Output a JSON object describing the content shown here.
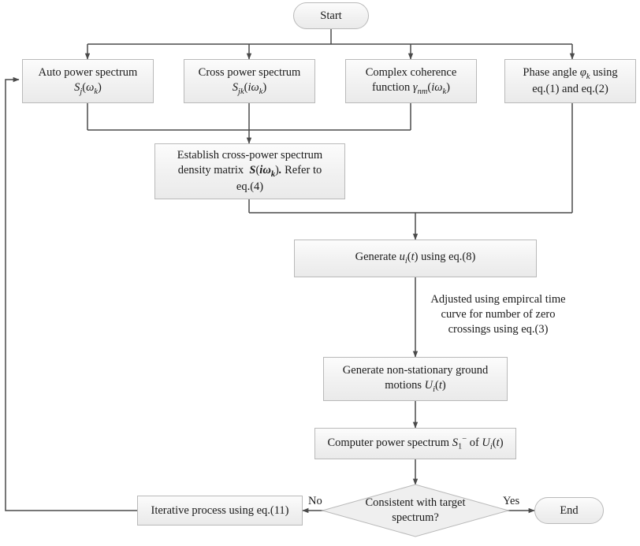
{
  "diagram": {
    "title": "Stochastic ground motion simulation flowchart",
    "type": "flowchart",
    "background": "#ffffff",
    "node_fill": "#efefef",
    "node_stroke": "#b9b9b9",
    "connector_color": "#4a4a4a"
  },
  "nodes": {
    "start": {
      "label": "Start",
      "shape": "terminator"
    },
    "auto_power": {
      "line1": "Auto power spectrum",
      "line2": "Sj(ωk)",
      "shape": "process"
    },
    "cross_power": {
      "line1": "Cross power spectrum",
      "line2": "Sjk(iωk)",
      "shape": "process"
    },
    "coherence": {
      "line1": "Complex coherence",
      "line2": "function γnm(iωk)",
      "shape": "process"
    },
    "phase_angle": {
      "line1": "Phase angle φk using",
      "line2": "eq.(1) and eq.(2)",
      "shape": "process"
    },
    "establish_matrix": {
      "line1": "Establish cross-power spectrum",
      "line2": "density matrix S(iωk). Refer to",
      "line3": "eq.(4)",
      "shape": "process"
    },
    "generate_u": {
      "line1": "Generate ui(t) using eq.(8)",
      "shape": "process"
    },
    "nonstationary": {
      "line1": "Generate non-stationary ground",
      "line2": "motions Ui(t)",
      "shape": "process"
    },
    "compute_spectrum": {
      "line1": "Computer power spectrum S1⁻ of Ui(t)",
      "shape": "process"
    },
    "decision": {
      "line1": "Consistent with target",
      "line2": "spectrum?",
      "shape": "decision"
    },
    "iterative": {
      "line1": "Iterative process using eq.(11)",
      "shape": "process"
    },
    "end": {
      "label": "End",
      "shape": "terminator"
    }
  },
  "annotations": {
    "adjust_note": "Adjusted using empircal time\ncurve for number of zero\ncrossings using eq.(3)"
  },
  "edge_labels": {
    "no": "No",
    "yes": "Yes"
  }
}
